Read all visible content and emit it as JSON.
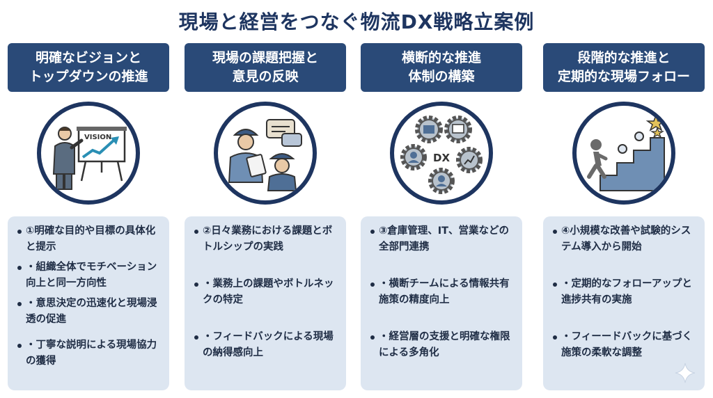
{
  "title": "現場と経営をつなぐ物流DX戦略立案例",
  "columns": [
    {
      "header_line1": "明確なビジョンと",
      "header_line2": "トップダウンの推進",
      "icon": "vision-presentation-icon",
      "icon_text": "VISION",
      "items": [
        "①明確な目的や目標の具体化と提示",
        "・組織全体でモチベーション向上と同一方向性",
        "・意思決定の迅速化と現場浸透の促進",
        "・丁寧な説明による現場協力の獲得"
      ]
    },
    {
      "header_line1": "現場の課題把握と",
      "header_line2": "意見の反映",
      "icon": "workers-discussion-icon",
      "items": [
        "②日々業務における課題とボトルシップの実践",
        "・業務上の課題やボトルネックの特定",
        "・フィードバックによる現場の納得感向上"
      ]
    },
    {
      "header_line1": "横断的な推進",
      "header_line2": "体制の構築",
      "icon": "dx-gears-icon",
      "icon_text": "DX",
      "items": [
        "③倉庫管理、IT、営業などの全部門連携",
        "・横断チームによる情報共有施策の精度向上",
        "・経営層の支援と明確な権限による多角化"
      ]
    },
    {
      "header_line1": "段階的な推進と",
      "header_line2": "定期的な現場フォロー",
      "icon": "stairs-climbing-icon",
      "items": [
        "④小規模な改善や試験的システム導入から開始",
        "・定期的なフォローアップと進捗共有の実施",
        "・フィーードバックに基づく施策の柔軟な調整"
      ]
    }
  ],
  "colors": {
    "navy": "#1e3560",
    "header_bg": "#2a4a78",
    "card_bg": "#dde6f1"
  }
}
